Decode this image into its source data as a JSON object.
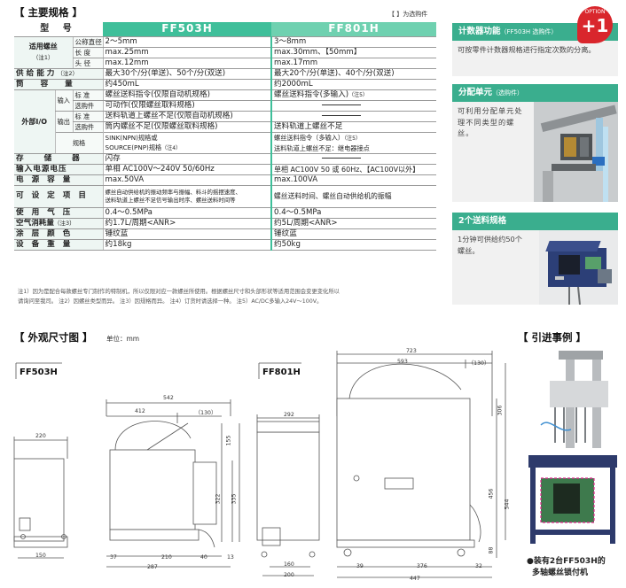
{
  "specs": {
    "title": "【 主要规格 】",
    "legend": "【  】为选购件",
    "header": {
      "model": "型 号",
      "ff503": "FF503H",
      "ff801": "FF801H"
    },
    "screw": {
      "label": "适用螺丝",
      "note": "（注1）",
      "rows": [
        {
          "sub": "公称直径",
          "ff503": "2～5mm",
          "ff801": "3～8mm"
        },
        {
          "sub": "长 度",
          "ff503": "max.25mm",
          "ff801": "max.30mm、【50mm】"
        },
        {
          "sub": "头 径",
          "ff503": "max.12mm",
          "ff801": "max.17mm"
        }
      ]
    },
    "supply": {
      "label": "供给能力",
      "note": "（注2）",
      "ff503": "最大30个/分(单送)、50个/分(双送)",
      "ff801": "最大20个/分(单送)、40个/分(双送)"
    },
    "capacity": {
      "label": "筒 容 量",
      "ff503": "约450mL",
      "ff801": "约2000mL"
    },
    "io": {
      "label": "外部I/O",
      "input": "输入",
      "output": "输出",
      "spec": "规格",
      "standard": "标 准",
      "option": "选购件",
      "in_std_503": "螺丝送料指令(仅限自动机规格)",
      "in_std_801": "螺丝送料指令(多输入)",
      "in_std_801_note": "（注5）",
      "in_opt_503": "可动作(仅限螺丝取料规格)",
      "out_std_503": "送料轨道上螺丝不足(仅限自动机规格)",
      "out_std_801": "",
      "out_opt_503": "筒内螺丝不足(仅限螺丝取料规格)",
      "out_opt_801": "送料轨道上螺丝不足",
      "spec_503_a": "SINK(NPN)规格或",
      "spec_503_b": "SOURCE(PNP)规格",
      "spec_503_note": "（注4）",
      "spec_801_a": "螺丝送料指令（多输入）",
      "spec_801_a_note": "（注5）",
      "spec_801_b": "送料轨道上螺丝不足：继电器接点"
    },
    "storage": {
      "label": "存 储 器",
      "ff503": "闪存",
      "ff801": ""
    },
    "voltage": {
      "label": "输入电源电压",
      "ff503": "单相 AC100V～240V 50/60Hz",
      "ff801": "单相 AC100V 50 或 60Hz、【AC100V以外】"
    },
    "power": {
      "label": "电 源 容 量",
      "ff503": "max.50VA",
      "ff801": "max.100VA"
    },
    "settings": {
      "label": "可 设 定 项 目",
      "ff503_a": "螺丝自动供给机的振动频率与振幅、料斗的摇摆速度、",
      "ff503_b": "送料轨道上螺丝不足信号输出时序、螺丝送料时间等",
      "ff801": "螺丝送料时间、螺丝自动供给机的振幅"
    },
    "pressure": {
      "label": "使 用 气 压",
      "ff503": "0.4～0.5MPa",
      "ff801": "0.4～0.5MPa"
    },
    "air": {
      "label": "空气消耗量",
      "note": "（注3）",
      "ff503": "约1.7L/周期<ANR>",
      "ff801": "约5L/周期<ANR>"
    },
    "color": {
      "label": "涂 层 颜 色",
      "ff503": "锤纹蓝",
      "ff801": "锤纹蓝"
    },
    "weight": {
      "label": "设 备 重 量",
      "ff503": "约18kg",
      "ff801": "约50kg"
    }
  },
  "notes": {
    "line1": "注1）因为是配合每款螺丝专门制作的特制机，所以仅限对应一款螺丝所使用。根据螺丝尺寸和头部形状等适用范围会变更变化所以",
    "line2": "请询问至我司。 注2）因螺丝类型而异。 注3）因规格而异。 注4）订货时请选择一种。 注5）AC/DC多输入24V～100V。"
  },
  "features": {
    "counter": {
      "title": "计数器功能",
      "title_note": "（FF503H 选购件）",
      "text": "可按零件计数器规格进行指定次数的分离。",
      "badge_top": "OPTION",
      "badge": "+1"
    },
    "distributor": {
      "title": "分配单元",
      "title_note": "（选购件）",
      "text": "可利用分配单元处理不同类型的螺丝。"
    },
    "dual": {
      "title": "2个送料规格",
      "text": "1分钟可供给约50个螺丝。"
    }
  },
  "dims": {
    "title": "【 外观尺寸图 】",
    "unit": "单位：mm",
    "ff503": {
      "model": "FF503H",
      "d220": "220",
      "d150": "150",
      "d542": "542",
      "d412": "412",
      "d130": "（130）",
      "d155": "155",
      "d322": "322",
      "d335": "335",
      "d37": "37",
      "d210": "210",
      "d40": "40",
      "d287": "287",
      "d13": "13"
    },
    "ff801": {
      "model": "FF801H",
      "d292": "292",
      "d160": "160",
      "d200": "200",
      "d723": "723",
      "d593": "593",
      "d130": "（130）",
      "d306": "306",
      "d456": "456",
      "d544": "544",
      "d88": "88",
      "d39": "39",
      "d376": "376",
      "d32": "32",
      "d447": "447"
    }
  },
  "example": {
    "title": "【 引进事例 】",
    "caption_a": "●装有2台FF503H的",
    "caption_b": "多轴螺丝锁付机"
  }
}
